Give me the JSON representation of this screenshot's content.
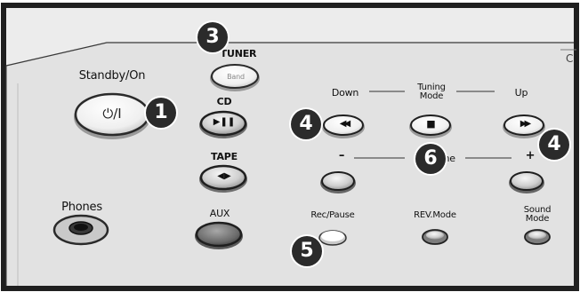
{
  "labels": {
    "standby": "Standby/On",
    "tuner": "TUNER",
    "band": "Band",
    "cd": "CD",
    "tape": "TAPE",
    "phones": "Phones",
    "aux": "AUX",
    "down": "Down",
    "tuning_line1": "Tuning",
    "tuning_line2": "Mode",
    "up": "Up",
    "minus": "–",
    "volume": "Volume",
    "plus": "+",
    "rec_pause": "Rec/Pause",
    "rev_mode": "REV.Mode",
    "sound_line1": "Sound",
    "sound_line2": "Mode"
  },
  "button_symbols": {
    "power": "⏻/I",
    "cd_play_pause": "▶❚❚",
    "tape_play": "◀▶",
    "prev": "◀◀",
    "stop": "■",
    "next": "▶▶"
  },
  "callouts": {
    "c1": "1",
    "c3": "3",
    "c4_left": "4",
    "c4_right": "4",
    "c5": "5",
    "c6": "6"
  },
  "icons": [
    "power-icon",
    "play-pause-icon",
    "tape-play-icon",
    "previous-icon",
    "stop-icon",
    "next-icon"
  ],
  "colors": {
    "panel": "#e2e2e2",
    "outline": "#222222",
    "callout": "#2b2b2b"
  }
}
